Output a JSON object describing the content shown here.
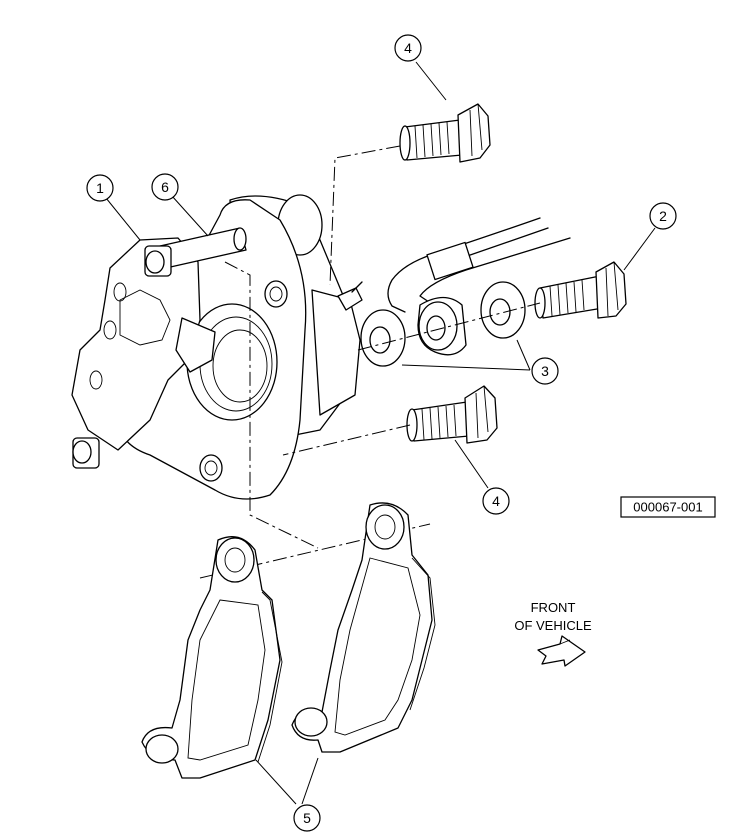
{
  "callouts": [
    {
      "id": "c1",
      "label": "1"
    },
    {
      "id": "c2",
      "label": "2"
    },
    {
      "id": "c3",
      "label": "3"
    },
    {
      "id": "c4a",
      "label": "4"
    },
    {
      "id": "c4b",
      "label": "4"
    },
    {
      "id": "c5",
      "label": "5"
    },
    {
      "id": "c6",
      "label": "6"
    }
  ],
  "direction_note": {
    "line1": "FRONT",
    "line2": "OF VEHICLE"
  },
  "reference_code": "000067-001"
}
